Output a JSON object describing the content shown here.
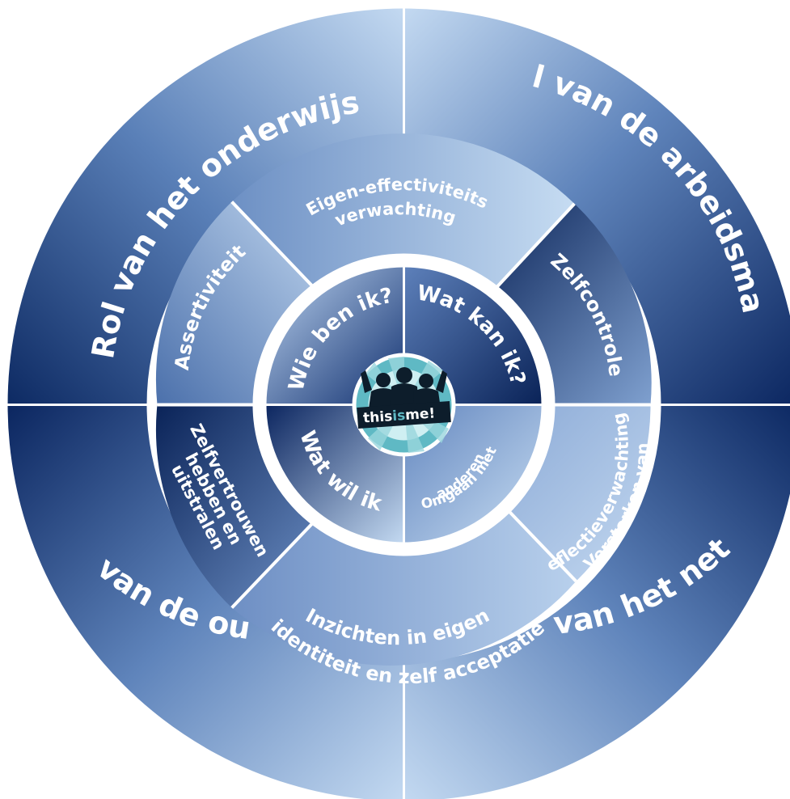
{
  "outer_ring": [
    "Rol van het onderwijs",
    "Rol van de arbeidsmarkt",
    "Rol van het netwerk",
    "Rol van de ouders"
  ],
  "middle_ring": {
    "eigen_effectiviteit": [
      "Eigen-effectiviteits-",
      "verwachting"
    ],
    "zelfcontrole": "Zelfcontrole",
    "versterken": [
      "Versterken van",
      "reflectieverwachting"
    ],
    "inzichten": [
      "Inzichten in eigen",
      "identiteit en zelf acceptatie"
    ],
    "zelfvertrouwen": [
      "Zelfvertrouwen",
      "hebben en",
      "uitstralen"
    ],
    "assertiviteit": "Assertiviteit"
  },
  "inner_circle": {
    "wie": "Wie ben ik?",
    "wat_kan": "Wat kan ik?",
    "wat_wil": "Wat wil ik?",
    "omgaan": [
      "Omgaan met",
      "anderen"
    ]
  },
  "logo": {
    "text_a": "this",
    "text_b": "is",
    "text_c": "me!"
  },
  "colors": {
    "dark": "#0a2560",
    "light": "#b8d2ee",
    "separator": "#ffffff",
    "logo_ring": "#5fb9c4",
    "logo_center": "#cfeff2"
  }
}
